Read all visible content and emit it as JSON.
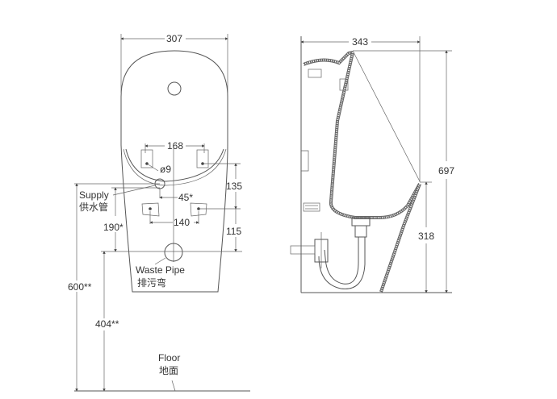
{
  "front_view": {
    "width_dim": "307",
    "bracket_spacing_dim": "168",
    "hole_dim": "ø9",
    "supply_offset_dim": "45*",
    "vertical_dim_upper": "135",
    "lower_bracket_spacing_dim": "140",
    "vertical_dim_lower": "115",
    "supply_height_dim": "190*",
    "supply_label_en": "Supply",
    "supply_label_zh": "供水管",
    "waste_label_en": "Waste Pipe",
    "waste_label_zh": "排污弯",
    "total_supply_height_dim": "600**",
    "waste_height_dim": "404**",
    "floor_label_en": "Floor",
    "floor_label_zh": "地面"
  },
  "side_view": {
    "depth_dim": "343",
    "height_dim": "697",
    "rim_height_dim": "318"
  }
}
